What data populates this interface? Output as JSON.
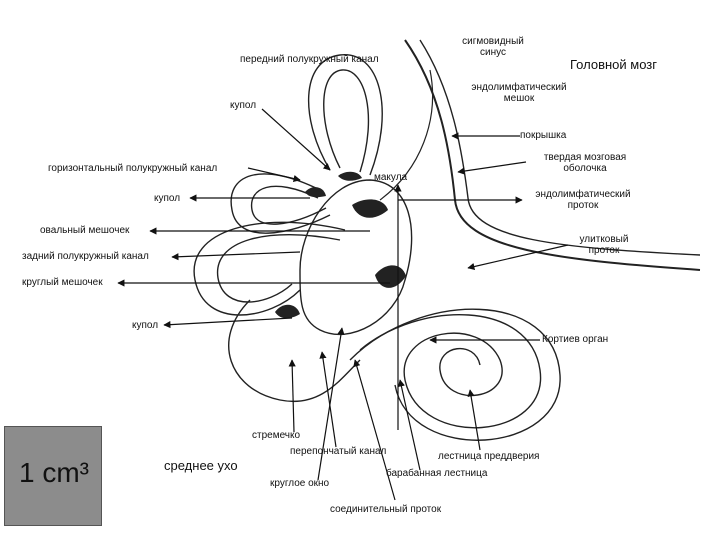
{
  "diagram": {
    "labels": {
      "sigmoid_sinus": "сигмовидный\nсинус",
      "brain": "Головной мозг",
      "anterior_canal": "передний полукружный канал",
      "endolymph_sac": "эндолимфатический\nмешок",
      "cupula_top": "купол",
      "tegmen": "покрышка",
      "dura": "твердая мозговая\nоболочка",
      "horizontal_canal": "горизонтальный полукружный канал",
      "macula": "макула",
      "endolymph_duct": "эндолимфатический\nпроток",
      "cupula_mid": "купол",
      "oval_sac": "овальный мешочек",
      "cochlear_duct": "улитковый\nпроток",
      "posterior_canal": "задний полукружный канал",
      "round_sac": "круглый мешочек",
      "cupula_low": "купол",
      "corti": "Кортиев орган",
      "stapes": "стремечко",
      "middle_ear": "среднее ухо",
      "membranous_canal": "перепончатый канал",
      "scala_vestibuli": "лестница преддверия",
      "round_window": "круглое окно",
      "scala_tympani": "барабанная лестница",
      "connecting_duct": "соединительный проток"
    },
    "scale_label": "1 cm³"
  }
}
